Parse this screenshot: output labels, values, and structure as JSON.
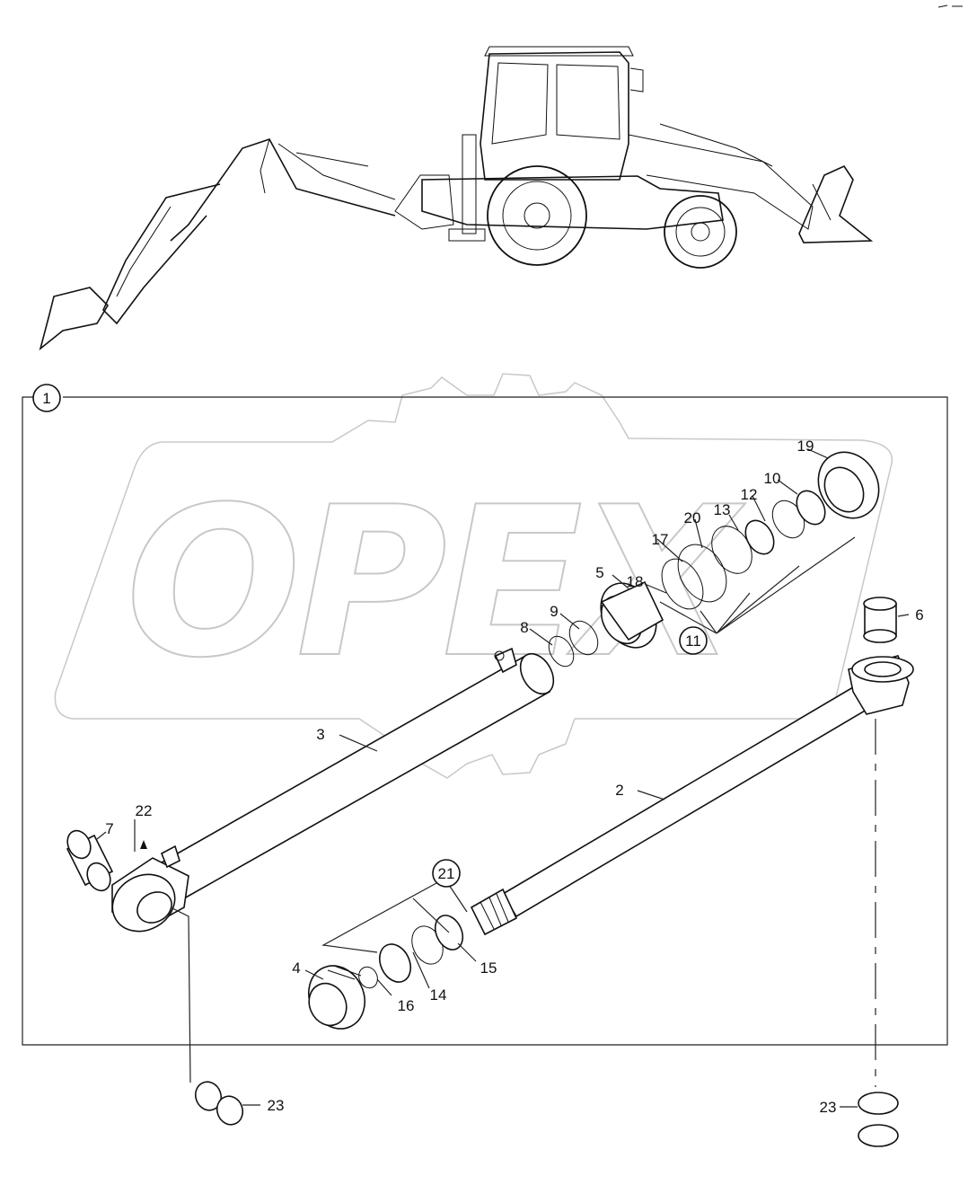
{
  "watermark": {
    "text": "OPEX"
  },
  "callouts": [
    {
      "id": "c1",
      "label": "1"
    },
    {
      "id": "c2",
      "label": "2"
    },
    {
      "id": "c3",
      "label": "3"
    },
    {
      "id": "c4",
      "label": "4"
    },
    {
      "id": "c5",
      "label": "5"
    },
    {
      "id": "c6",
      "label": "6"
    },
    {
      "id": "c7",
      "label": "7"
    },
    {
      "id": "c8",
      "label": "8"
    },
    {
      "id": "c9",
      "label": "9"
    },
    {
      "id": "c10",
      "label": "10"
    },
    {
      "id": "c11",
      "label": "11"
    },
    {
      "id": "c12",
      "label": "12"
    },
    {
      "id": "c13",
      "label": "13"
    },
    {
      "id": "c14",
      "label": "14"
    },
    {
      "id": "c15",
      "label": "15"
    },
    {
      "id": "c16",
      "label": "16"
    },
    {
      "id": "c17",
      "label": "17"
    },
    {
      "id": "c18",
      "label": "18"
    },
    {
      "id": "c19",
      "label": "19"
    },
    {
      "id": "c20",
      "label": "20"
    },
    {
      "id": "c21",
      "label": "21"
    },
    {
      "id": "c22",
      "label": "22"
    },
    {
      "id": "c23a",
      "label": "23"
    },
    {
      "id": "c23b",
      "label": "23"
    }
  ]
}
